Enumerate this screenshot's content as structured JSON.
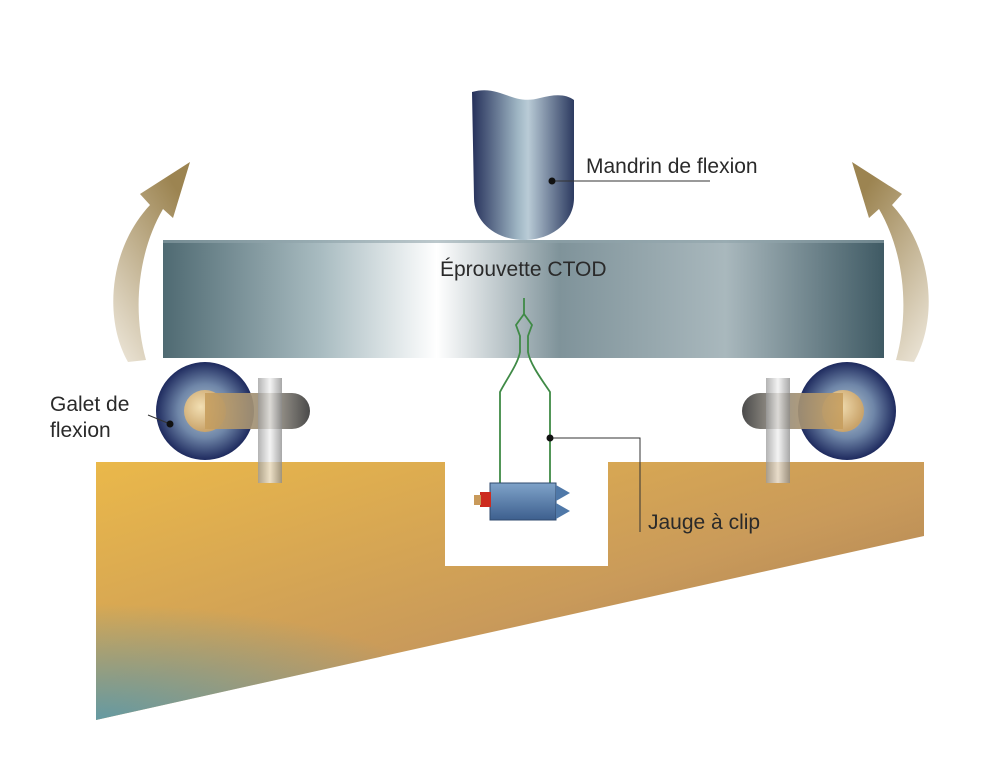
{
  "labels": {
    "mandrin": "Mandrin de flexion",
    "eprouvette": "Éprouvette CTOD",
    "galet_line1": "Galet de",
    "galet_line2": "flexion",
    "jauge": "Jauge à clip"
  },
  "colors": {
    "base_gold": "#e9b64b",
    "base_brown": "#a77a4e",
    "base_teal": "#6f9aa2",
    "specimen_dark": "#4e6670",
    "specimen_light": "#ffffff",
    "roller_blue": "#2f3f7a",
    "arrow_gold": "#9c8451",
    "crack_green": "#3f8a46",
    "gauge_blue": "#4f78a8",
    "gauge_red": "#cc2b1f"
  },
  "icons": {
    "left_arrow": "curved-arrow-up-icon",
    "right_arrow": "curved-arrow-up-icon"
  }
}
